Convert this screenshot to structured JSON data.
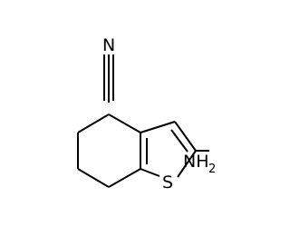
{
  "molecule": {
    "atoms": {
      "nitrile_n": "N",
      "sulfur": "S",
      "amino_nh": "NH",
      "amino_h_count": "2"
    }
  }
}
